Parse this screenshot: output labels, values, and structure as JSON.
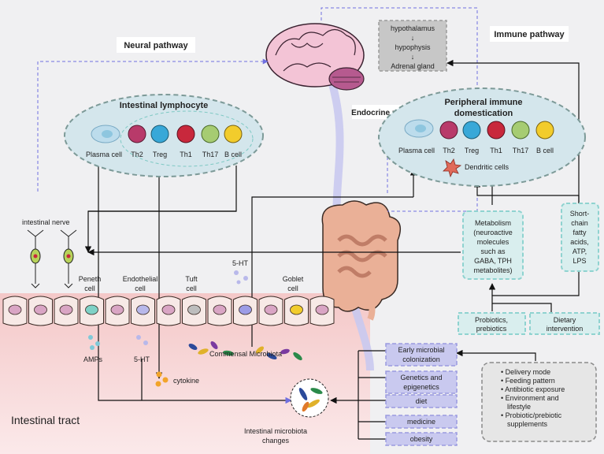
{
  "pathways": {
    "neural": "Neural pathway",
    "immune": "Immune pathway",
    "endocrine": "Endocrine pathway"
  },
  "hpa": {
    "hypothalamus": "hypothalamus",
    "hypophysis": "hypophysis",
    "adrenal": "Adrenal gland",
    "arrow": "↓"
  },
  "intestinal_lymphocyte": {
    "title": "Intestinal lymphocyte",
    "cells": [
      "Plasma cell",
      "Th2",
      "Treg",
      "Th1",
      "Th17",
      "B cell"
    ]
  },
  "peripheral_immune": {
    "title_line1": "Peripheral immune",
    "title_line2": "domestication",
    "cells": [
      "Plasma cell",
      "Th2",
      "Treg",
      "Th1",
      "Th17",
      "B cell"
    ],
    "dendritic": "Dendritic cells"
  },
  "metabolism_box": [
    "Metabolism",
    "(neuroactive",
    "molecules",
    "such as",
    "GABA, TPH",
    "metabolites)"
  ],
  "scfa_box": [
    "Short-",
    "chain",
    "fatty",
    "acids,",
    "ATP,",
    "LPS"
  ],
  "probiotics_box": [
    "Probiotics,",
    "prebiotics"
  ],
  "dietary_box": [
    "Dietary",
    "intervention"
  ],
  "intestinal_nerve": "intestinal nerve",
  "epithelium": {
    "peneth": [
      "Peneth",
      "cell"
    ],
    "endothelial": [
      "Endothelial",
      "cell"
    ],
    "tuft": [
      "Tuft",
      "cell"
    ],
    "goblet": [
      "Goblet",
      "cell"
    ],
    "serotonin_top": "5-HT"
  },
  "lumen": {
    "amps": "AMPs",
    "serotonin": "5-HT",
    "cytokine": "cytokine",
    "commensal": "Commensal Microbiota",
    "changes": [
      "Intestinal microbiota",
      "changes"
    ]
  },
  "tract_label": "Intestinal tract",
  "factors": [
    "Early microbial colonization",
    "Genetics and epigenetics",
    "diet",
    "medicine",
    "obesity"
  ],
  "factors_lines": [
    [
      "Early microbial",
      "colonization"
    ],
    [
      "Genetics and",
      "epigenetics"
    ],
    [
      "diet"
    ],
    [
      "medicine"
    ],
    [
      "obesity"
    ]
  ],
  "influences": [
    "Delivery mode",
    "Feeding pattern",
    "Antibiotic exposure",
    "Environment and lifestyle",
    "Probiotic/prebiotic supplements"
  ],
  "influences_lines": [
    [
      "Delivery mode"
    ],
    [
      "Feeding pattern"
    ],
    [
      "Antibiotic exposure"
    ],
    [
      "Environment and",
      "lifestyle"
    ],
    [
      "Probiotic/prebiotic",
      "supplements"
    ]
  ],
  "colors": {
    "background": "#f0f0f2",
    "dashed_box": "#8fd3d0",
    "ellipse": "#d4e6ec",
    "factor_box": "#c9c9ef",
    "lumen_pink": "#f5cfcf",
    "th2": "#b83a6a",
    "treg": "#38a8d8",
    "th1": "#c8283c",
    "th17": "#a6cc72",
    "bcell": "#f2cc2c",
    "plasma": "#bcdcec"
  }
}
